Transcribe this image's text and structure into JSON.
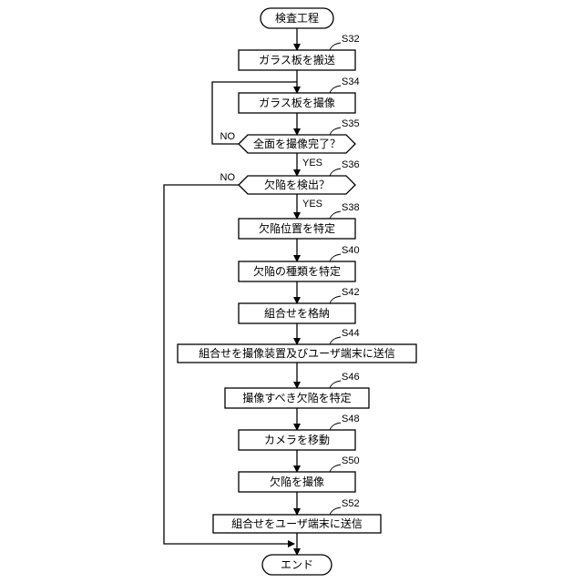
{
  "flowchart": {
    "start": "検査工程",
    "end": "エンド",
    "steps": [
      {
        "id": "S32",
        "text": "ガラス板を搬送"
      },
      {
        "id": "S34",
        "text": "ガラス板を撮像"
      },
      {
        "id": "S35",
        "text": "全面を撮像完了？"
      },
      {
        "id": "S36",
        "text": "欠陥を検出？"
      },
      {
        "id": "S38",
        "text": "欠陥位置を特定"
      },
      {
        "id": "S40",
        "text": "欠陥の種類を特定"
      },
      {
        "id": "S42",
        "text": "組合せを格納"
      },
      {
        "id": "S44",
        "text": "組合せを撮像装置及びユーザ端末に送信"
      },
      {
        "id": "S46",
        "text": "撮像すべき欠陥を特定"
      },
      {
        "id": "S48",
        "text": "カメラを移動"
      },
      {
        "id": "S50",
        "text": "欠陥を撮像"
      },
      {
        "id": "S52",
        "text": "組合せをユーザ端末に送信"
      }
    ],
    "branch_labels": {
      "s35_yes": "YES",
      "s35_no": "NO",
      "s36_yes": "YES",
      "s36_no": "NO"
    }
  }
}
